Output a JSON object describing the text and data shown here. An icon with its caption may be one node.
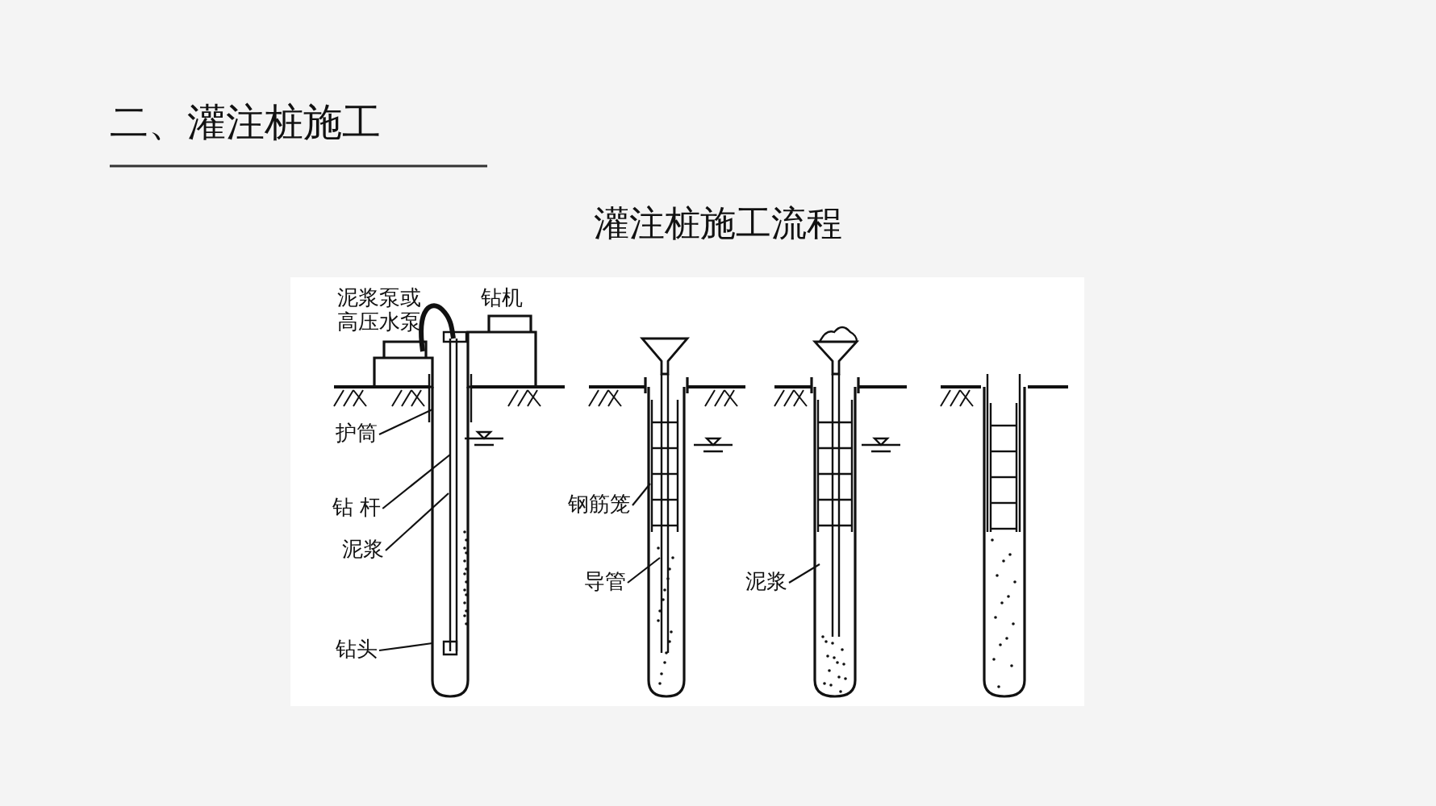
{
  "diagram": {
    "title": "二、灌注桩施工",
    "caption": "灌注桩施工流程",
    "nodes": [
      {
        "text": [
          "护筒"
        ]
      },
      {
        "text": [
          "钻 杆"
        ]
      },
      {
        "text": [
          "泥浆"
        ]
      },
      {
        "text": [
          "钻头"
        ]
      },
      {
        "text": [
          "钢筋笼"
        ]
      },
      {
        "text": [
          "导管"
        ]
      },
      {
        "text": [
          "泥浆"
        ]
      }
    ],
    "edges": [
      {
        "from": 0,
        "to": null,
        "arrow": "none"
      },
      {
        "from": 1,
        "to": null,
        "arrow": "none"
      },
      {
        "from": 2,
        "to": null,
        "arrow": "none"
      },
      {
        "from": 3,
        "to": null,
        "arrow": "none"
      },
      {
        "from": 4,
        "to": null,
        "arrow": "none"
      },
      {
        "from": 5,
        "to": null,
        "arrow": "none"
      },
      {
        "from": 6,
        "to": null,
        "arrow": "none"
      }
    ],
    "labels": [
      "泥浆泵或高压水泵",
      "钻机"
    ]
  }
}
